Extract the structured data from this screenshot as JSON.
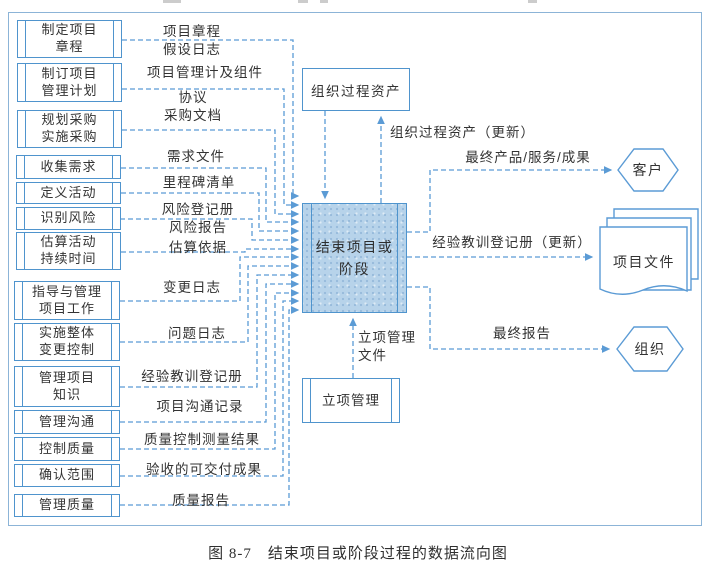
{
  "palette": {
    "line_blue": "#5b9bd5",
    "border_blue": "#4f94cd",
    "center_fill": "#b7d3ea",
    "frame_blue": "#8cb4d7",
    "text": "#333333"
  },
  "caption": "图 8-7　结束项目或阶段过程的数据流向图",
  "center_process": "结束项目或\n阶段",
  "top_box": "组织过程资产",
  "bottom_box": "立项管理",
  "sources": [
    {
      "label": "制定项目\n章程",
      "flow": "项目章程\n假设日志"
    },
    {
      "label": "制订项目\n管理计划",
      "flow": "项目管理计及组件"
    },
    {
      "label": "规划采购\n实施采购",
      "flow": "协议\n采购文档"
    },
    {
      "label": "收集需求",
      "flow": "需求文件"
    },
    {
      "label": "定义活动",
      "flow": "里程碑清单"
    },
    {
      "label": "识别风险",
      "flow": "风险登记册\n风险报告"
    },
    {
      "label": "估算活动\n持续时间",
      "flow": "估算依据"
    },
    {
      "label": "指导与管理\n项目工作",
      "flow": "变更日志"
    },
    {
      "label": "实施整体\n变更控制",
      "flow": "问题日志"
    },
    {
      "label": "管理项目\n知识",
      "flow": "经验教训登记册"
    },
    {
      "label": "管理沟通",
      "flow": "项目沟通记录"
    },
    {
      "label": "控制质量",
      "flow": "质量控制测量结果"
    },
    {
      "label": "确认范围",
      "flow": "验收的可交付成果"
    },
    {
      "label": "管理质量",
      "flow": "质量报告"
    }
  ],
  "outputs": {
    "opa_update": "组织过程资产（更新）",
    "final_product": "最终产品/服务/成果",
    "lessons_update": "经验教训登记册（更新）",
    "final_report": "最终报告",
    "initiation_docs": "立项管理\n文件"
  },
  "targets": {
    "customer": "客户",
    "project_documents": "项目文件",
    "organization": "组织"
  }
}
